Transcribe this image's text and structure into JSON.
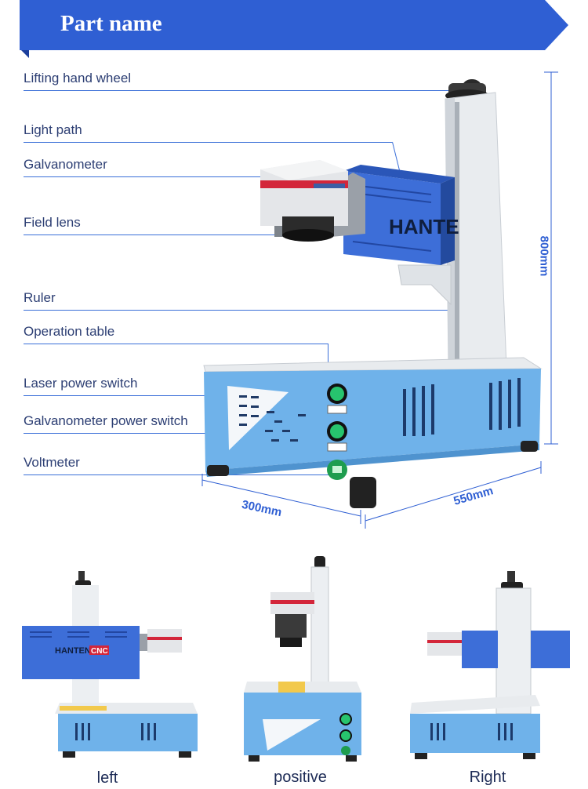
{
  "header": {
    "title": "Part name"
  },
  "brand": {
    "main": "HANTEN",
    "cnc": "CNC",
    "short": "HANTE"
  },
  "parts": [
    {
      "label": "Lifting hand wheel"
    },
    {
      "label": "Light path"
    },
    {
      "label": "Galvanometer"
    },
    {
      "label": "Field lens"
    },
    {
      "label": "Ruler"
    },
    {
      "label": "Operation table"
    },
    {
      "label": "Laser power switch"
    },
    {
      "label": "Galvanometer power switch"
    },
    {
      "label": "Voltmeter"
    }
  ],
  "dimensions": {
    "height": "800mm",
    "depth": "300mm",
    "width": "550mm"
  },
  "views": [
    {
      "caption": "left"
    },
    {
      "caption": "positive"
    },
    {
      "caption": "Right"
    }
  ],
  "colors": {
    "banner": "#2f5fd3",
    "banner_dark": "#1c3f9c",
    "machine_blue": "#5ea9e6",
    "label_text": "#2c3e73",
    "dimension_text": "#2f5fd3"
  }
}
